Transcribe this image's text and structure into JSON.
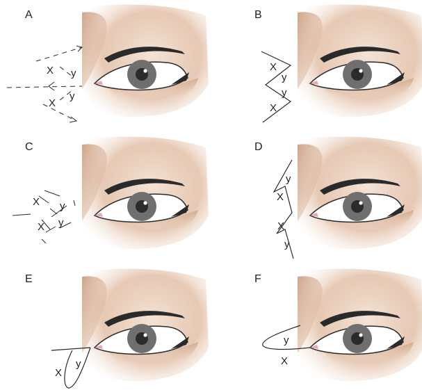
{
  "figure": {
    "colors": {
      "skin_light": "#f4e3d6",
      "skin_mid": "#e2bfa6",
      "skin_dark": "#c99a7c",
      "eyebrow_line": "#2a2a2a",
      "sclera": "#ffffff",
      "iris": "#6f6f6f",
      "pupil": "#2b2b2b",
      "caruncle": "#e6a7b1",
      "ink": "#2a2a2a"
    },
    "panels": [
      {
        "id": "A",
        "label": "A",
        "marks": [
          "X",
          "y",
          "y",
          "X"
        ]
      },
      {
        "id": "B",
        "label": "B",
        "marks": [
          "X",
          "y",
          "y",
          "X"
        ]
      },
      {
        "id": "C",
        "label": "C",
        "marks": [
          "X",
          "y",
          "X",
          "y"
        ]
      },
      {
        "id": "D",
        "label": "D",
        "marks": [
          "y",
          "X",
          "X",
          "y"
        ]
      },
      {
        "id": "E",
        "label": "E",
        "marks": [
          "X",
          "y"
        ]
      },
      {
        "id": "F",
        "label": "F",
        "marks": [
          "y",
          "X"
        ]
      }
    ]
  }
}
